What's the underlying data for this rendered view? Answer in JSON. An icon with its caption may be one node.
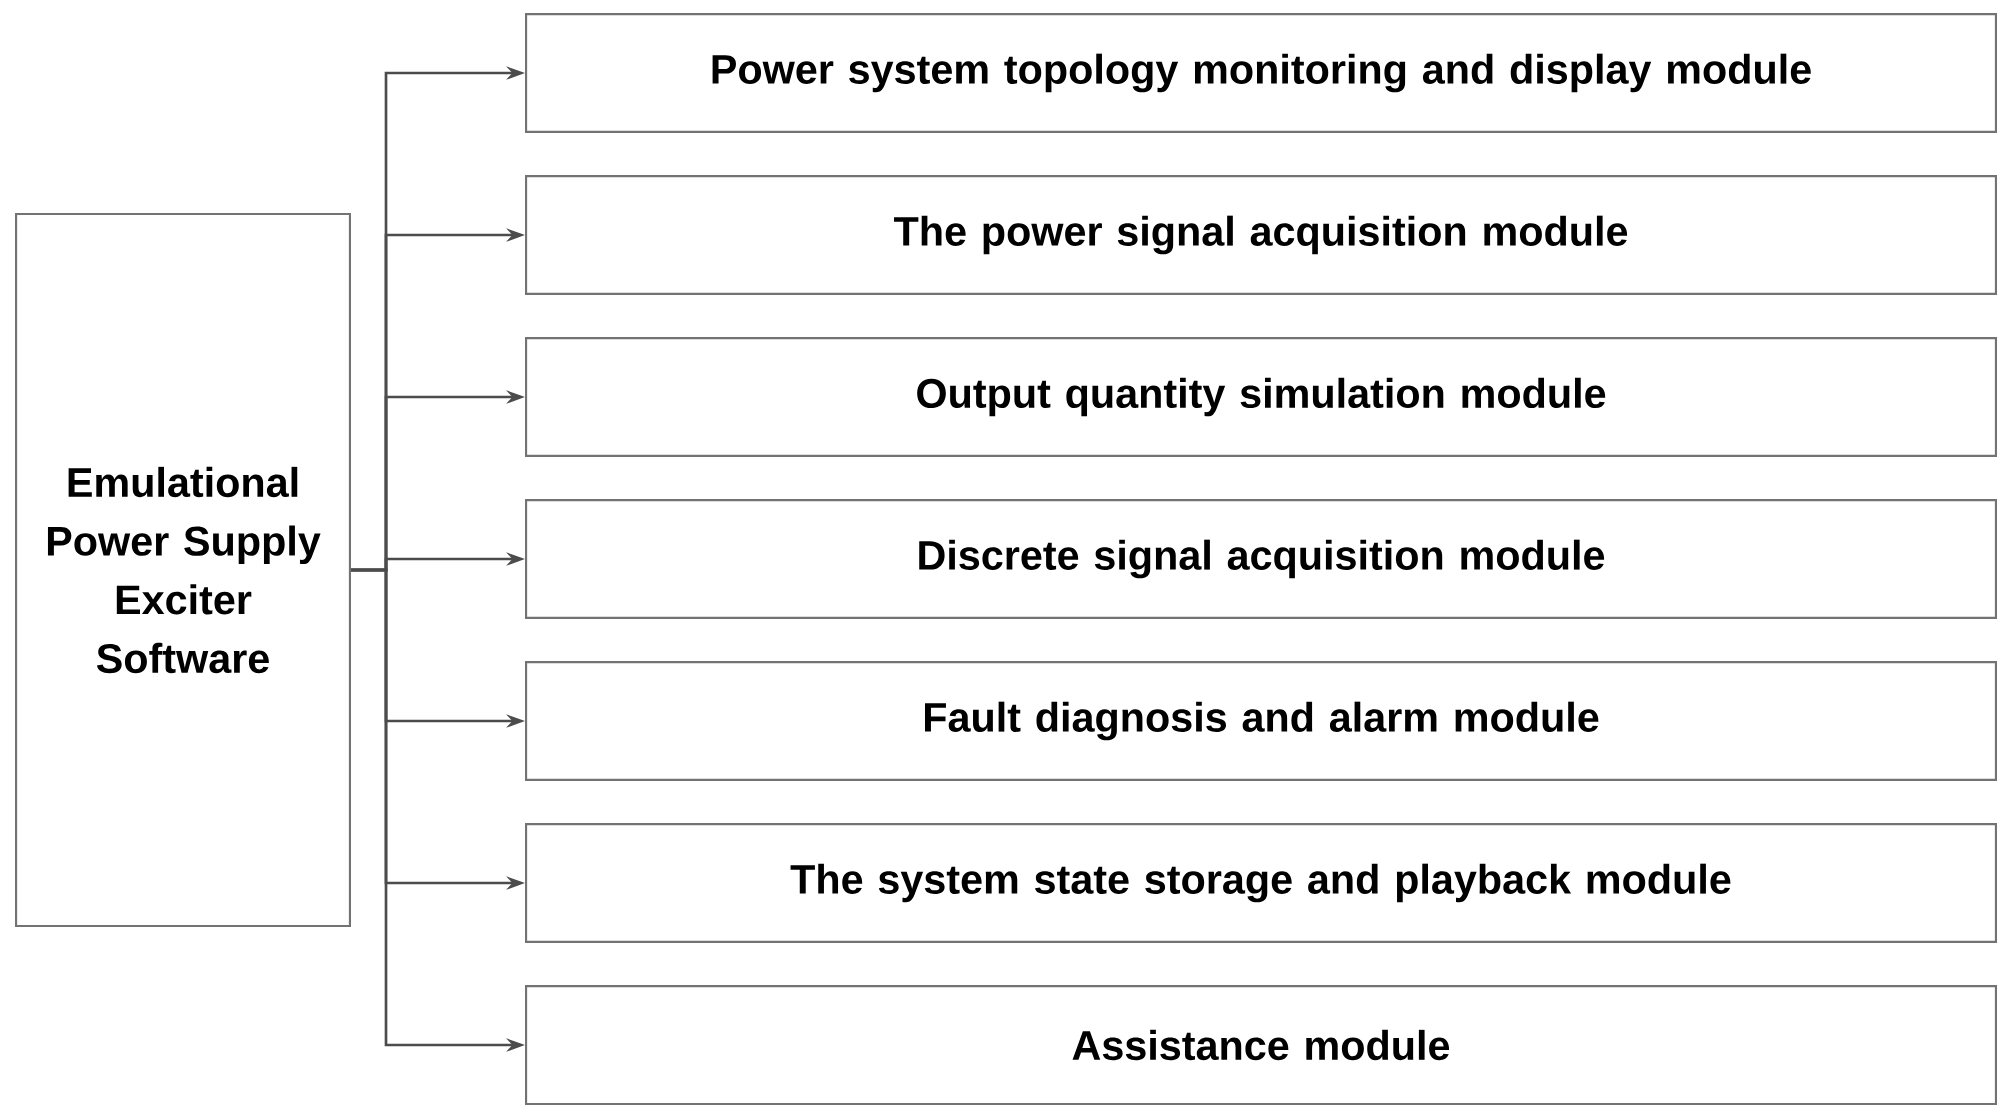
{
  "diagram": {
    "nodes": [
      {
        "text": [
          "Emulational Power Supply Exciter Software"
        ]
      },
      {
        "text": [
          "Power system topology monitoring and display module"
        ]
      },
      {
        "text": [
          "The power signal acquisition module"
        ]
      },
      {
        "text": [
          "Output quantity simulation module"
        ]
      },
      {
        "text": [
          "Discrete signal acquisition module"
        ]
      },
      {
        "text": [
          "Fault diagnosis and alarm module"
        ]
      },
      {
        "text": [
          "The system state storage and playback module"
        ]
      },
      {
        "text": [
          "Assistance module"
        ]
      }
    ],
    "edges": [
      {
        "from": 0,
        "to": 1,
        "arrow": "to"
      },
      {
        "from": 0,
        "to": 2,
        "arrow": "to"
      },
      {
        "from": 0,
        "to": 3,
        "arrow": "to"
      },
      {
        "from": 0,
        "to": 4,
        "arrow": "to"
      },
      {
        "from": 0,
        "to": 5,
        "arrow": "to"
      },
      {
        "from": 0,
        "to": 6,
        "arrow": "to"
      },
      {
        "from": 0,
        "to": 7,
        "arrow": "to"
      }
    ]
  }
}
